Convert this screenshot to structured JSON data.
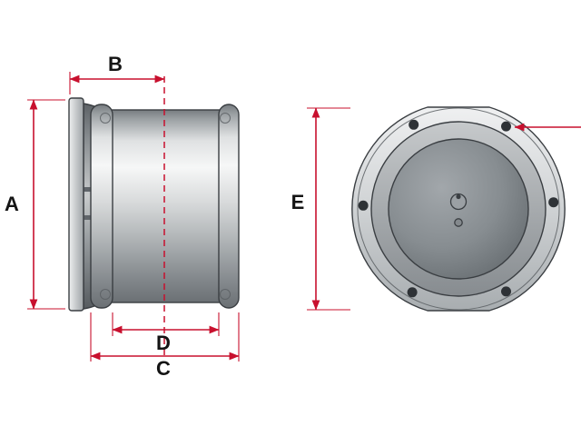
{
  "figure": {
    "dimension_labels": {
      "a": "A",
      "b": "B",
      "c": "C",
      "d": "D",
      "e": "E"
    },
    "colors": {
      "dimension_red": "#c8102e",
      "outline_dark": "#3a3e42",
      "background": "#ffffff"
    }
  }
}
